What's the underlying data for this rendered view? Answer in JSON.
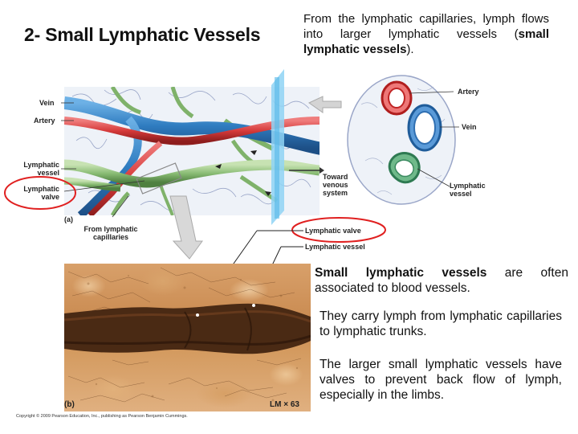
{
  "title": "2- Small Lymphatic Vessels",
  "intro": {
    "text_before": "From the lymphatic capillaries, lymph flows into larger lymphatic vessels (",
    "bold": "small lymphatic vessels",
    "text_after": ")."
  },
  "paragraphs": {
    "p1_bold": "Small lymphatic vessels",
    "p1_rest": " are often associated to blood vessels.",
    "p2": "They carry lymph from lymphatic capillaries to lymphatic trunks.",
    "p3": "The larger small lymphatic vessels have valves to prevent back flow of lymph, especially in the limbs."
  },
  "figure_a": {
    "panel": "(a)",
    "vein": "Vein",
    "artery": "Artery",
    "lymphatic_vessel_1": "Lymphatic",
    "lymphatic_vessel_2": "vessel",
    "lymphatic_valve_1": "Lymphatic",
    "lymphatic_valve_2": "valve",
    "from_caps_1": "From lymphatic",
    "from_caps_2": "capillaries",
    "toward_1": "Toward",
    "toward_2": "venous",
    "toward_3": "system"
  },
  "cross_section": {
    "artery": "Artery",
    "vein": "Vein",
    "lymph_1": "Lymphatic",
    "lymph_2": "vessel"
  },
  "figure_b": {
    "panel": "(b)",
    "magnification": "LM × 63",
    "label_valve": "Lymphatic valve",
    "label_vessel": "Lymphatic vessel"
  },
  "copyright": "Copyright © 2009 Pearson Education, Inc., publishing as Pearson Benjamin Cummings.",
  "colors": {
    "vein": "#2f7cc0",
    "artery": "#d63a3a",
    "lymph": "#7fb26a",
    "highlight": "#e02020"
  }
}
